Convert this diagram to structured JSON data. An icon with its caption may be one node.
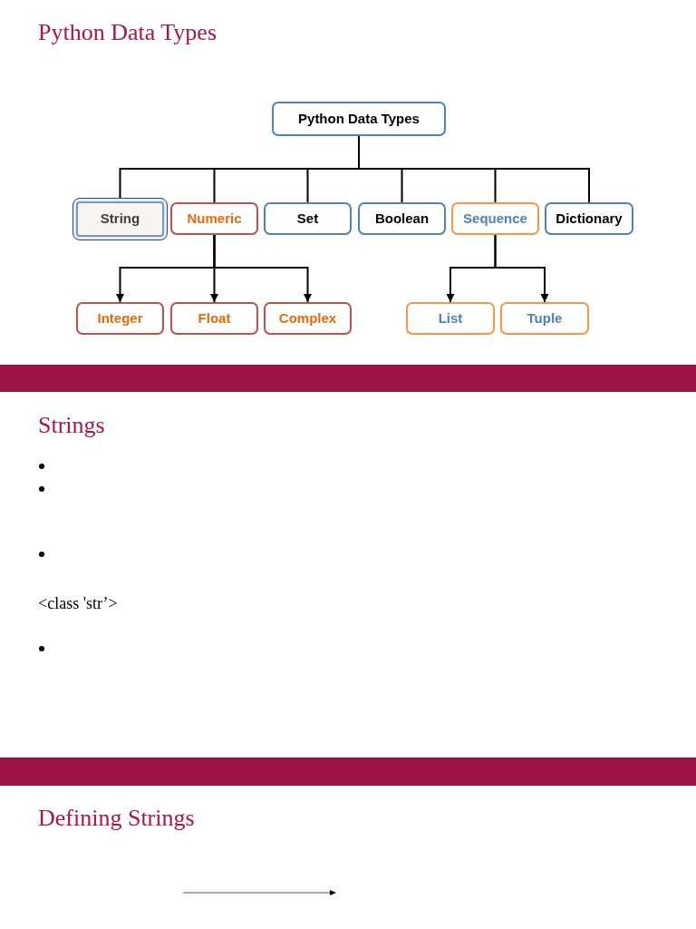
{
  "diagram": {
    "title": "Python Data Types",
    "nodes": [
      {
        "text": [
          "Python Data Types"
        ]
      },
      {
        "text": [
          "String"
        ]
      },
      {
        "text": [
          "Numeric"
        ]
      },
      {
        "text": [
          "Set"
        ]
      },
      {
        "text": [
          "Boolean"
        ]
      },
      {
        "text": [
          "Sequence"
        ]
      },
      {
        "text": [
          "Dictionary"
        ]
      },
      {
        "text": [
          "Integer"
        ]
      },
      {
        "text": [
          "Float"
        ]
      },
      {
        "text": [
          "Complex"
        ]
      },
      {
        "text": [
          "List"
        ]
      },
      {
        "text": [
          "Tuple"
        ]
      }
    ],
    "edges": [
      {
        "from": 0,
        "to": 1,
        "arrow": "none"
      },
      {
        "from": 0,
        "to": 2,
        "arrow": "none"
      },
      {
        "from": 0,
        "to": 3,
        "arrow": "none"
      },
      {
        "from": 0,
        "to": 4,
        "arrow": "none"
      },
      {
        "from": 0,
        "to": 5,
        "arrow": "none"
      },
      {
        "from": 0,
        "to": 6,
        "arrow": "none"
      },
      {
        "from": 2,
        "to": 7,
        "arrow": "to"
      },
      {
        "from": 2,
        "to": 8,
        "arrow": "to"
      },
      {
        "from": 2,
        "to": 9,
        "arrow": "to"
      },
      {
        "from": 5,
        "to": 10,
        "arrow": "to"
      },
      {
        "from": 5,
        "to": 11,
        "arrow": "to"
      }
    ],
    "labels": [
      "Strings",
      "<class 'str’>",
      "Defining Strings"
    ]
  }
}
